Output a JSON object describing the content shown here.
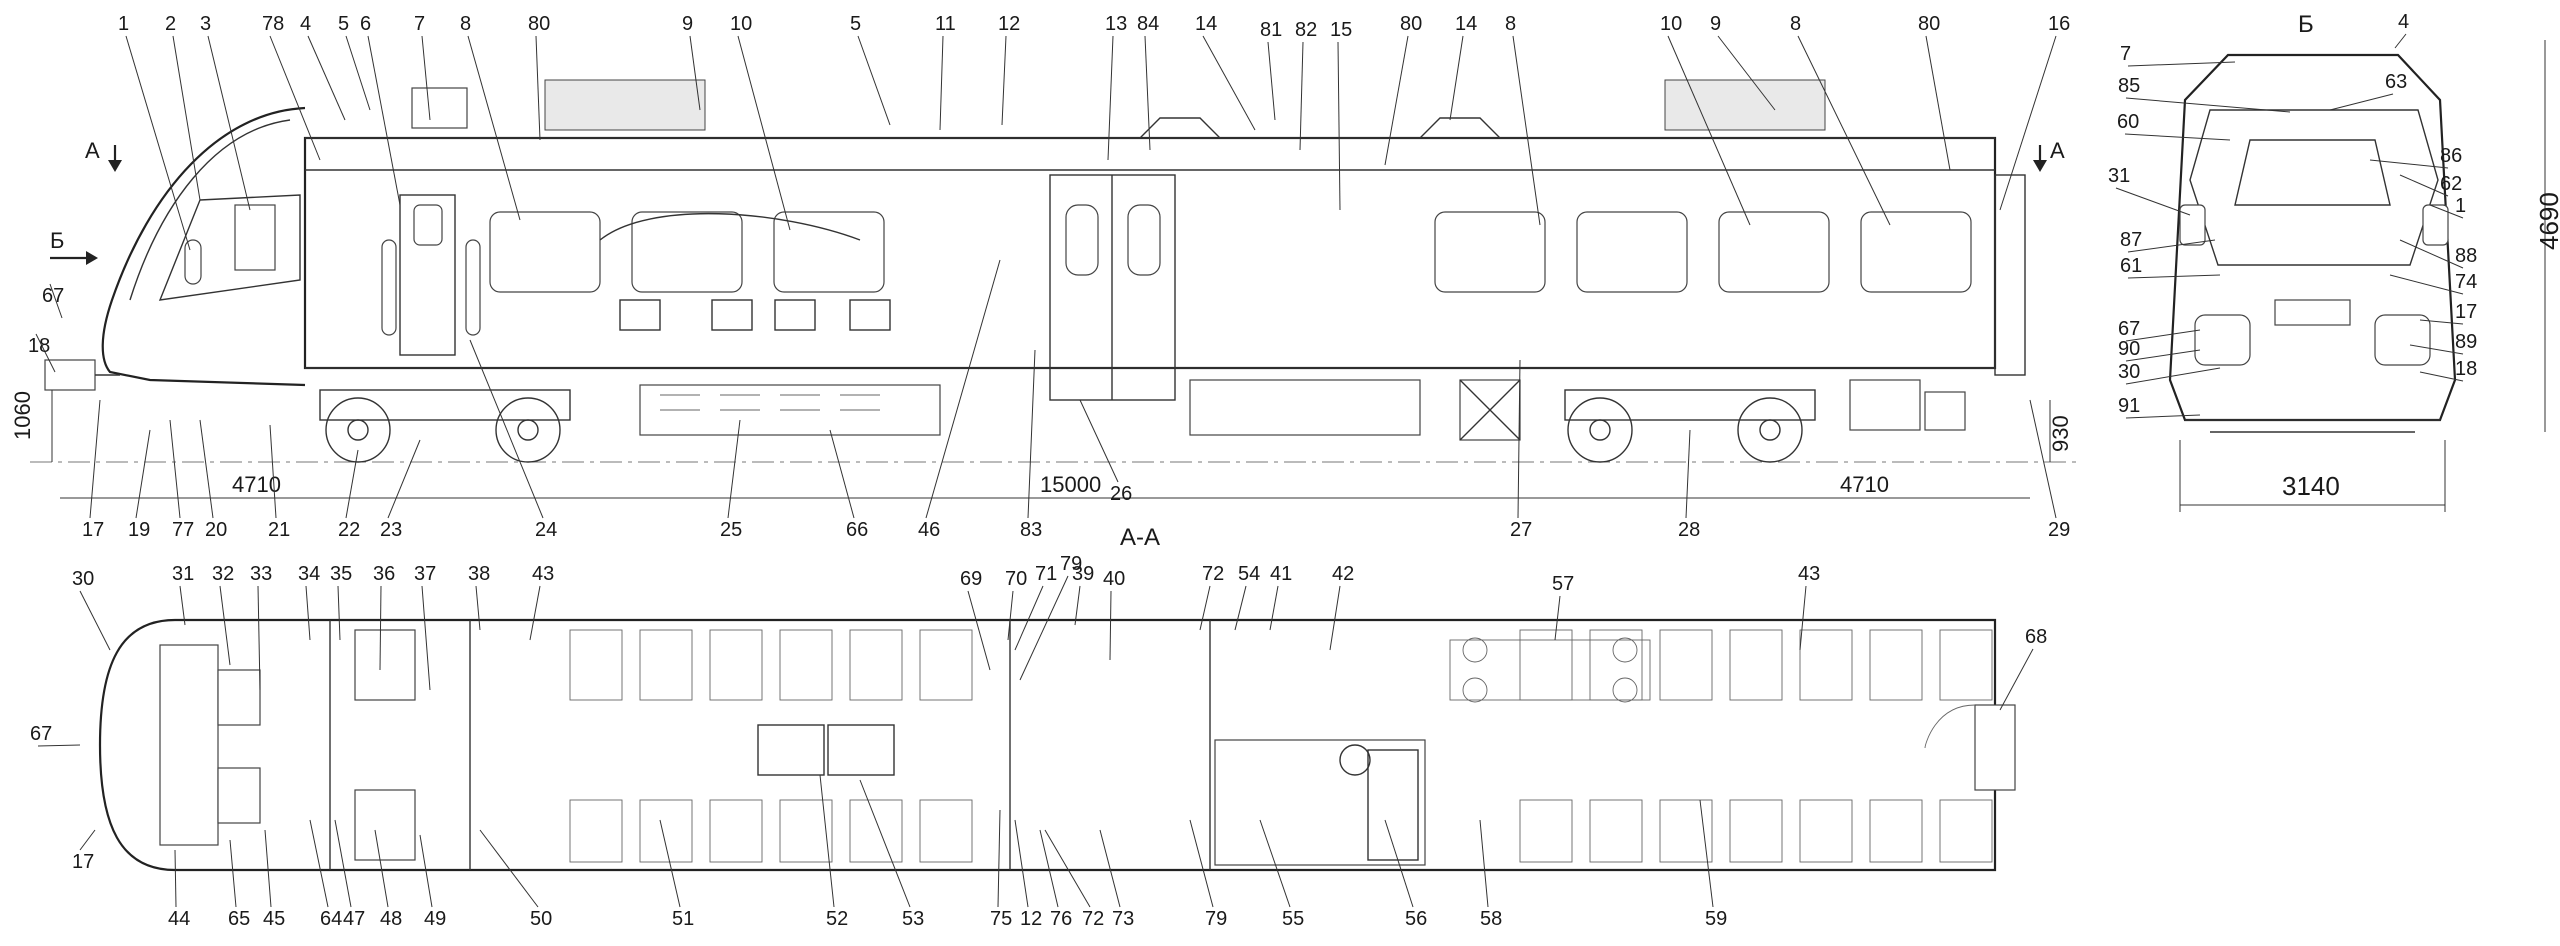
{
  "views": {
    "side": {
      "section_title": "А-А"
    },
    "front": {
      "title": "Б"
    }
  },
  "markers": {
    "a_left": "А",
    "a_right": "А",
    "b_left": "Б"
  },
  "dimensions": {
    "height_1060": "1060",
    "height_930": "930",
    "bogie_left": "4710",
    "bogie_center": "15000",
    "bogie_right": "4710",
    "front_width": "3140",
    "front_height": "4690"
  },
  "callouts_side_top": [
    "1",
    "2",
    "3",
    "78",
    "4",
    "5",
    "6",
    "7",
    "8",
    "80",
    "9",
    "10",
    "5",
    "11",
    "12",
    "13",
    "84",
    "14",
    "81",
    "82",
    "15",
    "80",
    "14",
    "8",
    "10",
    "9",
    "8",
    "80",
    "16"
  ],
  "callouts_side_bottom": [
    "17",
    "19",
    "77",
    "20",
    "21",
    "22",
    "23",
    "24",
    "25",
    "66",
    "46",
    "83",
    "26",
    "27",
    "28",
    "29",
    "18",
    "67"
  ],
  "callouts_front": [
    "7",
    "4",
    "85",
    "63",
    "60",
    "86",
    "62",
    "31",
    "87",
    "1",
    "88",
    "61",
    "74",
    "67",
    "17",
    "90",
    "89",
    "30",
    "18",
    "91"
  ],
  "callouts_plan_top": [
    "30",
    "31",
    "32",
    "33",
    "34",
    "35",
    "36",
    "37",
    "38",
    "43",
    "69",
    "70",
    "71",
    "79",
    "39",
    "40",
    "72",
    "54",
    "41",
    "42",
    "57",
    "43",
    "68",
    "67"
  ],
  "callouts_plan_bottom": [
    "17",
    "44",
    "65",
    "45",
    "64",
    "47",
    "48",
    "49",
    "50",
    "51",
    "52",
    "53",
    "75",
    "12",
    "76",
    "72",
    "73",
    "79",
    "55",
    "56",
    "58",
    "59"
  ]
}
